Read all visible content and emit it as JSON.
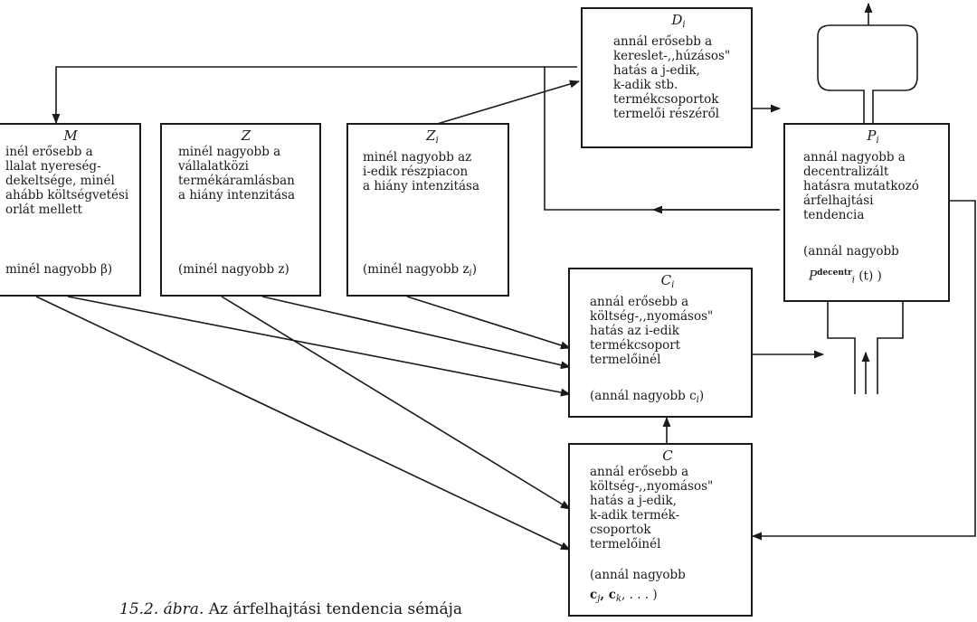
{
  "boxes": {
    "d": {
      "title": "D",
      "title_sub": "i",
      "body": "annál erősebb a\nkereslet-,,húzásos\"\nhatás a j-edik,\nk-adik stb.\ntermékcsoportok\ntermelői részéről"
    },
    "m": {
      "title": "M",
      "body": "inél erősebb a\nllalat nyereség-\ndekeltsége, minél\nahább költségvetési\norlát mellett",
      "foot": "minél nagyobb β)"
    },
    "z": {
      "title": "Z",
      "body": "minél nagyobb a\nvállalatközi\ntermékáramlásban\na hiány intenzitása",
      "foot": "(minél nagyobb z)"
    },
    "zi": {
      "title": "Z",
      "title_sub": "i",
      "body": "minél nagyobb az\ni-edik részpiacon\na hiány intenzitása",
      "foot": "(minél nagyobb z",
      "foot_sub": "i",
      "foot_end": ")"
    },
    "p": {
      "title": "P",
      "title_sub": "i",
      "body": "annál nagyobb a\ndecentralizált\nhatásra mutatkozó\nárfelhajtási\ntendencia",
      "foot1": "(annál nagyobb",
      "foot2": "P",
      "foot2_sup": "decentr",
      "foot2_sub": "i",
      "foot2_end": "(t) )"
    },
    "ci": {
      "title": "C",
      "title_sub": "i",
      "body": "annál erősebb a\nköltség-,,nyomásos\"\nhatás az i-edik\ntermékcsoport\ntermelőinél",
      "foot": "(annál nagyobb c",
      "foot_sub": "i",
      "foot_end": ")"
    },
    "c": {
      "title": "C",
      "body": "annál erősebb a\nköltség-,,nyomásos\"\nhatás a j-edik,\nk-adik termék-\ncsoportok\ntermelőinél",
      "foot1": "(annál nagyobb",
      "foot2": "c",
      "foot2_sub": "j",
      "foot2_mid": ", c",
      "foot2_sub2": "k",
      "foot2_end": ", . . . )"
    }
  },
  "caption": {
    "label": "15.2. ábra.",
    "text": "Az árfelhajtási tendencia sémája"
  }
}
